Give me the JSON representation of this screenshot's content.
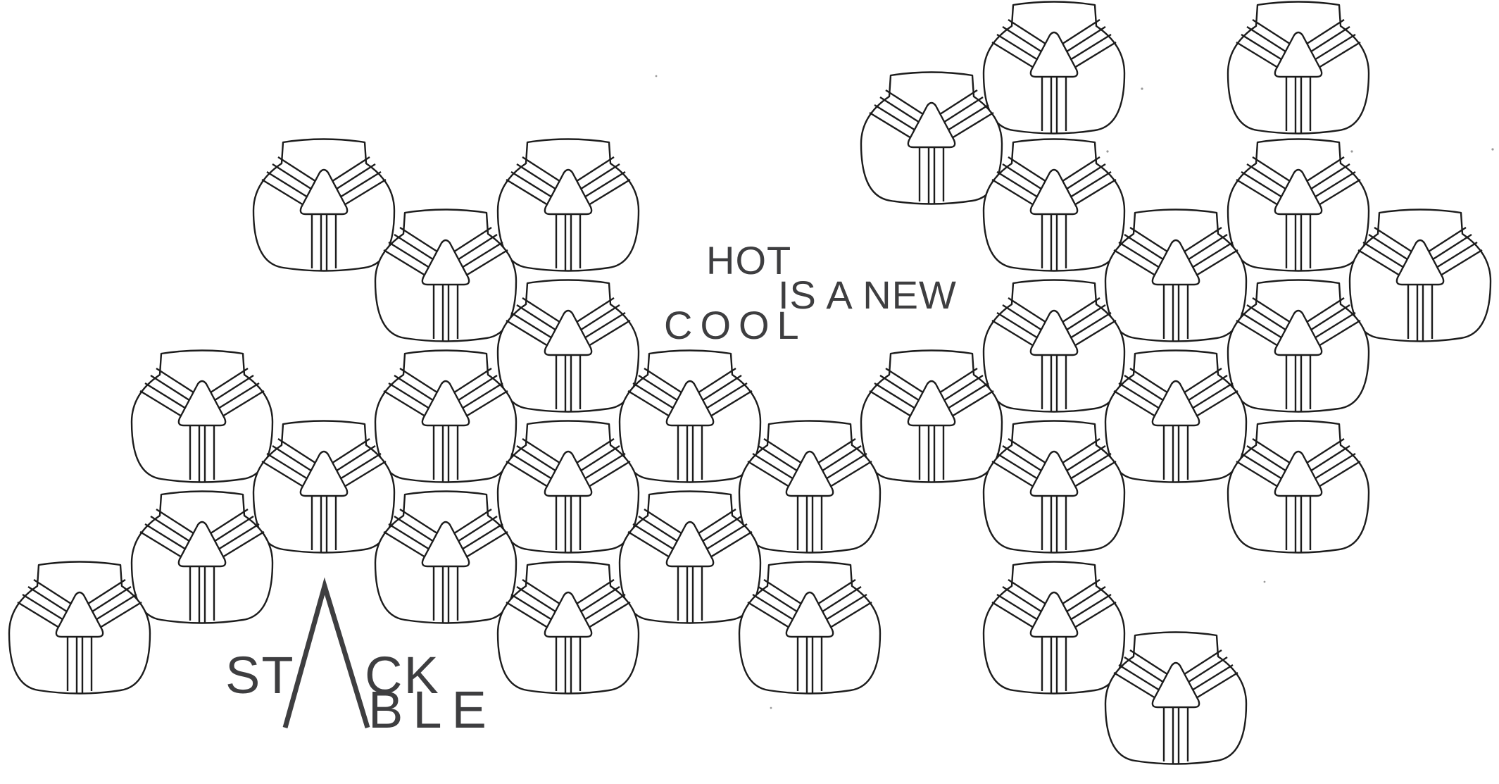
{
  "slogan": {
    "word_1": "HOT",
    "word_2": "IS A NEW",
    "word_3": "COOL"
  },
  "brand": {
    "line_1_left": "ST",
    "line_1_right": "CK",
    "line_2": "BLE"
  },
  "colors": {
    "outline": "#1c1c1c",
    "lettering": "#3e3e40",
    "background": "#ffffff"
  },
  "icons": {
    "tile": "stackable-arrow-tile-icon",
    "brand_mark": "stackable-a-mark-icon"
  }
}
